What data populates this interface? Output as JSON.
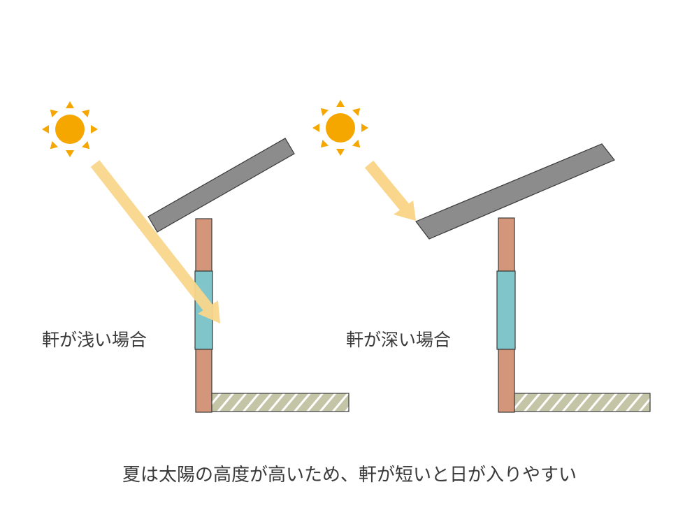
{
  "labels": {
    "shallow_eave": "軒が浅い場合",
    "deep_eave": "軒が深い場合",
    "caption": "夏は太陽の高度が高いため、軒が短いと日が入りやすい"
  },
  "colors": {
    "sun": "#f5a700",
    "sunbeam": "#f9d68c",
    "roof": "#8c8c8c",
    "wall": "#d3967a",
    "window": "#80c5c9",
    "floor": "#c4c5a7",
    "stroke": "#3a3a3a"
  }
}
